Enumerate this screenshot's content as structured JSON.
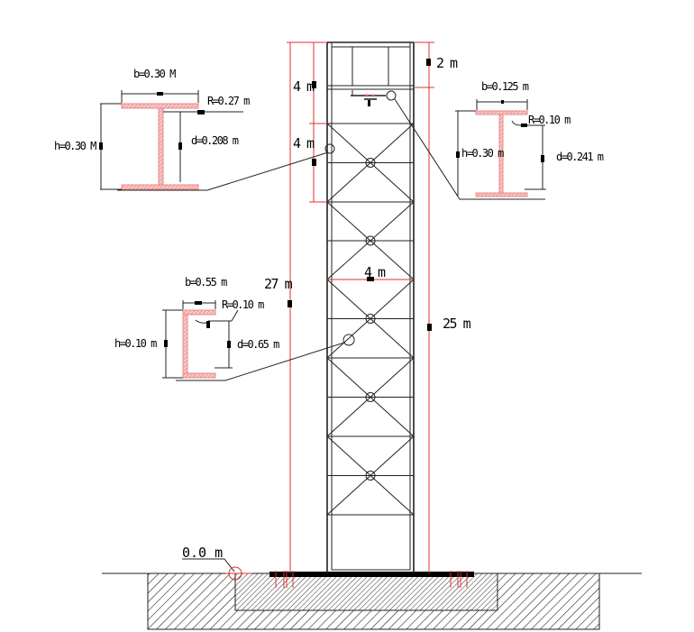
{
  "tower": {
    "top_height": "2 m",
    "upper_panel_1": "4 m",
    "upper_panel_2": "4 m",
    "total_height": "27 m",
    "truss_height": "25 m",
    "width": "4 m",
    "ground_level": "0.0 m"
  },
  "ibeam_large": {
    "b": "b=0.30 M",
    "r": "R=0.27 m",
    "h": "h=0.30 M",
    "d": "d=0.208 m"
  },
  "ibeam_small": {
    "b": "b=0.125 m",
    "r": "R=0.10 m",
    "h": "h=0.30 m",
    "d": "d=0.241 m"
  },
  "channel": {
    "b": "b=0.55 m",
    "r": "R=0.10 m",
    "h": "h=0.10 m",
    "d": "d=0.65 m"
  },
  "colors": {
    "dimension": "#e03030",
    "section": "#f4a0a0"
  }
}
